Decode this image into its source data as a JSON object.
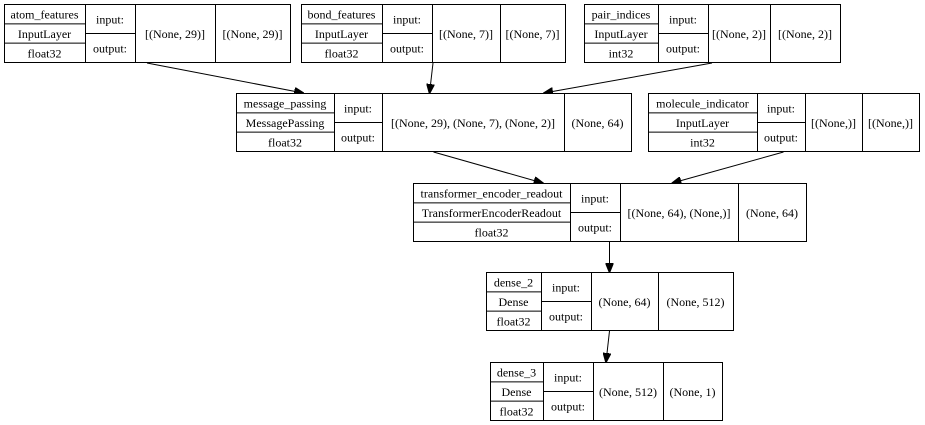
{
  "diagram": {
    "nodes": [
      {
        "id": "atom_features",
        "name": "atom_features",
        "type": "InputLayer",
        "dtype": "float32",
        "input_label": "input:",
        "output_label": "output:",
        "input_shape": "[(None, 29)]",
        "output_shape": "[(None, 29)]"
      },
      {
        "id": "bond_features",
        "name": "bond_features",
        "type": "InputLayer",
        "dtype": "float32",
        "input_label": "input:",
        "output_label": "output:",
        "input_shape": "[(None, 7)]",
        "output_shape": "[(None, 7)]"
      },
      {
        "id": "pair_indices",
        "name": "pair_indices",
        "type": "InputLayer",
        "dtype": "int32",
        "input_label": "input:",
        "output_label": "output:",
        "input_shape": "[(None, 2)]",
        "output_shape": "[(None, 2)]"
      },
      {
        "id": "message_passing",
        "name": "message_passing",
        "type": "MessagePassing",
        "dtype": "float32",
        "input_label": "input:",
        "output_label": "output:",
        "input_shape": "[(None, 29), (None, 7), (None, 2)]",
        "output_shape": "(None, 64)"
      },
      {
        "id": "molecule_indicator",
        "name": "molecule_indicator",
        "type": "InputLayer",
        "dtype": "int32",
        "input_label": "input:",
        "output_label": "output:",
        "input_shape": "[(None,)]",
        "output_shape": "[(None,)]"
      },
      {
        "id": "transformer_encoder_readout",
        "name": "transformer_encoder_readout",
        "type": "TransformerEncoderReadout",
        "dtype": "float32",
        "input_label": "input:",
        "output_label": "output:",
        "input_shape": "[(None, 64), (None,)]",
        "output_shape": "(None, 64)"
      },
      {
        "id": "dense_2",
        "name": "dense_2",
        "type": "Dense",
        "dtype": "float32",
        "input_label": "input:",
        "output_label": "output:",
        "input_shape": "(None, 64)",
        "output_shape": "(None, 512)"
      },
      {
        "id": "dense_3",
        "name": "dense_3",
        "type": "Dense",
        "dtype": "float32",
        "input_label": "input:",
        "output_label": "output:",
        "input_shape": "(None, 512)",
        "output_shape": "(None, 1)"
      }
    ],
    "edges": [
      {
        "from": "atom_features",
        "to": "message_passing"
      },
      {
        "from": "bond_features",
        "to": "message_passing"
      },
      {
        "from": "pair_indices",
        "to": "message_passing"
      },
      {
        "from": "message_passing",
        "to": "transformer_encoder_readout"
      },
      {
        "from": "molecule_indicator",
        "to": "transformer_encoder_readout"
      },
      {
        "from": "transformer_encoder_readout",
        "to": "dense_2"
      },
      {
        "from": "dense_2",
        "to": "dense_3"
      }
    ]
  }
}
